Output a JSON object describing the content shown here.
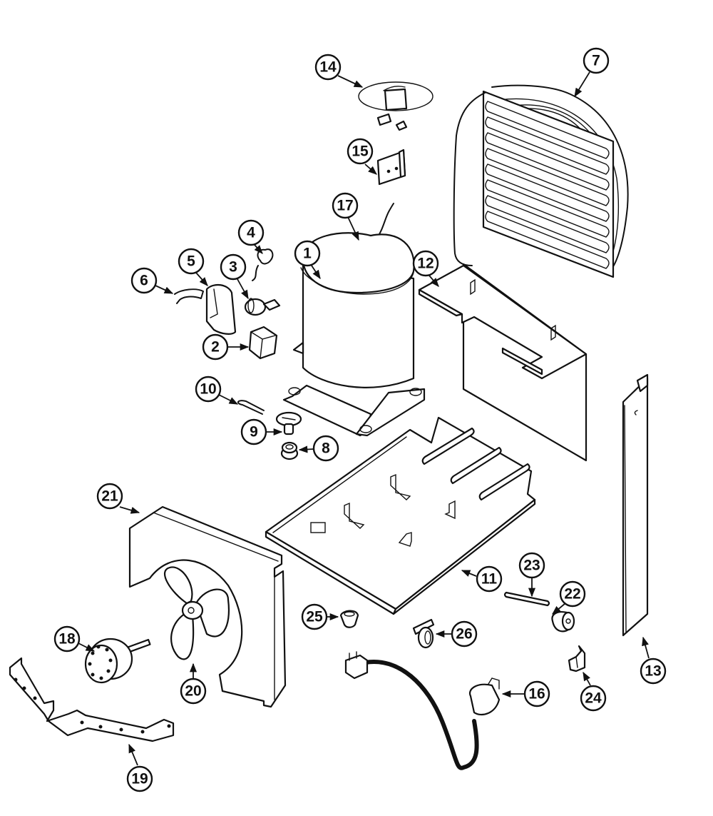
{
  "diagram": {
    "title": "Refrigerator machine compartment exploded parts diagram",
    "colors": {
      "ink": "#111111",
      "paper": "#ffffff"
    },
    "parts": [
      {
        "id": "1",
        "label": "1",
        "name": "compressor"
      },
      {
        "id": "2",
        "label": "2",
        "name": "relay"
      },
      {
        "id": "3",
        "label": "3",
        "name": "overload-protector"
      },
      {
        "id": "4",
        "label": "4",
        "name": "spring-clip"
      },
      {
        "id": "5",
        "label": "5",
        "name": "terminal-cover"
      },
      {
        "id": "6",
        "label": "6",
        "name": "retaining-clip"
      },
      {
        "id": "7",
        "label": "7",
        "name": "condenser"
      },
      {
        "id": "8",
        "label": "8",
        "name": "grommet"
      },
      {
        "id": "9",
        "label": "9",
        "name": "mounting-stud"
      },
      {
        "id": "10",
        "label": "10",
        "name": "mounting-clip"
      },
      {
        "id": "11",
        "label": "11",
        "name": "base-plate"
      },
      {
        "id": "12",
        "label": "12",
        "name": "condenser-bracket"
      },
      {
        "id": "13",
        "label": "13",
        "name": "side-rail"
      },
      {
        "id": "14",
        "label": "14",
        "name": "defrost-thermostat"
      },
      {
        "id": "15",
        "label": "15",
        "name": "mounting-bracket"
      },
      {
        "id": "16",
        "label": "16",
        "name": "power-cord"
      },
      {
        "id": "17",
        "label": "17",
        "name": "switch"
      },
      {
        "id": "18",
        "label": "18",
        "name": "fan-motor"
      },
      {
        "id": "19",
        "label": "19",
        "name": "motor-bracket"
      },
      {
        "id": "20",
        "label": "20",
        "name": "fan-blade"
      },
      {
        "id": "21",
        "label": "21",
        "name": "fan-shroud"
      },
      {
        "id": "22",
        "label": "22",
        "name": "roller"
      },
      {
        "id": "23",
        "label": "23",
        "name": "axle"
      },
      {
        "id": "24",
        "label": "24",
        "name": "clip"
      },
      {
        "id": "25",
        "label": "25",
        "name": "bumper"
      },
      {
        "id": "26",
        "label": "26",
        "name": "caster"
      }
    ]
  }
}
